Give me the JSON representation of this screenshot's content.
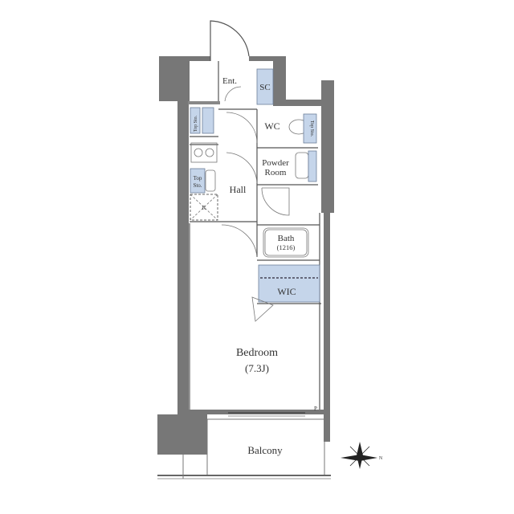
{
  "rooms": {
    "entrance": "Ent.",
    "shoe_closet": "SC",
    "wc": "WC",
    "powder_line1": "Powder",
    "powder_line2": "Room",
    "hall": "Hall",
    "bath": "Bath",
    "bath_size": "(1216)",
    "wic": "WIC",
    "bedroom": "Bedroom",
    "bedroom_size": "(7.3J)",
    "balcony": "Balcony"
  },
  "fixtures": {
    "top_storage_1": "Top Sto.",
    "top_storage_2_line1": "Top",
    "top_storage_2_line2": "Sto.",
    "top_storage_3": "Top Sto.",
    "refrigerator": "R",
    "pipe_space": "P"
  },
  "compass": {
    "north": "N"
  },
  "colors": {
    "wall": "#777777",
    "storage": "#c5d5ea",
    "line": "#555555"
  }
}
